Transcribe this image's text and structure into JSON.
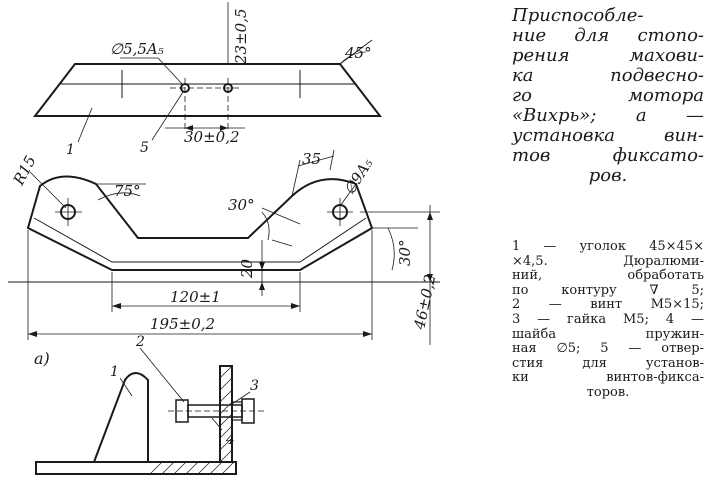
{
  "caption": {
    "lines": [
      "Приспособле-",
      "ние для стопо-",
      "рения махови-",
      "ка подвесно-",
      "го мотора",
      "«Вихрь»; а —",
      "установка вин-",
      "тов фиксато-",
      "ров."
    ]
  },
  "legend": {
    "lines": [
      "1 — уголок 45×45×",
      "×4,5. Дюралюми-",
      "ний, обработать",
      "по контуру ∇ 5;",
      "2 — винт М5×15;",
      "3 — гайка М5; 4 —",
      "шайба пружин-",
      "ная ∅5; 5 — отвер-",
      "стия для установ-",
      "ки винтов-фикса-",
      "торов."
    ]
  },
  "drawing": {
    "top_view": {
      "hole_callout": "∅5,5A₅",
      "height_dim": "23±0,5",
      "angle": "45°",
      "spacing_dim": "30±0,2",
      "part_label": "1",
      "hole_label": "5"
    },
    "front_view": {
      "radius": "R15",
      "left_angle": "75°",
      "slot_dim": "35",
      "right_hole_callout": "∅9A₅",
      "inner_angle": "30°",
      "outer_angle": "30°",
      "depth_dim": "20",
      "bottom_dim": "120±1",
      "overall_dim": "195±0,2",
      "height_dim": "46±0,2"
    },
    "detail": {
      "view_label": "а)",
      "labels": [
        "1",
        "2",
        "3",
        "4"
      ]
    }
  }
}
